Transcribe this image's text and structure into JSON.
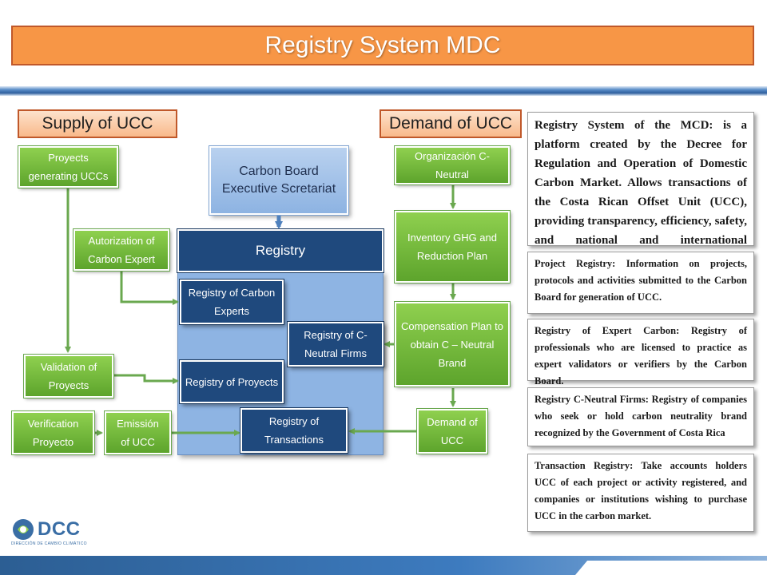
{
  "title": "Registry System MDC",
  "supply_header": "Supply of UCC",
  "demand_header": "Demand of UCC",
  "supply": {
    "proyects_generating": "Proyects generating UCCs",
    "autorization": "Autorization of Carbon Expert",
    "validation": "Validation of Proyects",
    "verification": "Verification Proyecto",
    "emission": "Emissión of UCC"
  },
  "center": {
    "carbon_board": "Carbon Board Executive Scretariat",
    "registry": "Registry",
    "reg_experts": "Registry of Carbon Experts",
    "reg_firms": "Registry of C-Neutral Firms",
    "reg_proyects": "Registry of Proyects",
    "reg_transactions": "Registry of Transactions"
  },
  "demand": {
    "organizacion": "Organización C-Neutral",
    "inventory": "Inventory GHG and Reduction Plan",
    "compensation": "Compensation Plan to obtain C – Neutral Brand",
    "demand_ucc": "Demand of UCC"
  },
  "notes": {
    "system": "Registry System of the MCD: is a platform created by the Decree for Regulation and Operation of Domestic Carbon Market. Allows transactions of the Costa Rican Offset Unit (UCC), providing transparency, efficiency, safety, and national and international credibility.",
    "project": "Project Registry: Information on projects, protocols and activities submitted to the Carbon Board for generation of UCC.",
    "expert": "Registry of Expert Carbon: Registry of professionals who are licensed to practice as expert validators or verifiers by the Carbon Board.",
    "firms": "Registry C-Neutral Firms: Registry of companies who seek or hold carbon neutrality brand recognized by the Government of Costa Rica",
    "transaction": "Transaction Registry: Take accounts holders UCC of each project or activity registered, and companies or institutions wishing to purchase UCC in the carbon market."
  },
  "logo": {
    "name": "DCC",
    "subtitle": "DIRECCIÓN DE CAMBIO CLIMÁTICO"
  },
  "colors": {
    "accent_orange": "#f79646",
    "green": "#6aa84f",
    "navy": "#1f497d",
    "light_blue": "#8eb4e3"
  }
}
